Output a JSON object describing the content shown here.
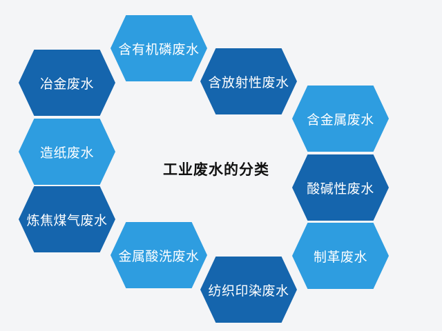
{
  "title": "工业废水的分类",
  "categories": [
    {
      "label": "含有机磷废水",
      "tone": "light"
    },
    {
      "label": "含放射性废水",
      "tone": "dark"
    },
    {
      "label": "含金属废水",
      "tone": "light"
    },
    {
      "label": "酸碱性废水",
      "tone": "dark"
    },
    {
      "label": "制革废水",
      "tone": "light"
    },
    {
      "label": "纺织印染废水",
      "tone": "dark"
    },
    {
      "label": "金属酸洗废水",
      "tone": "light"
    },
    {
      "label": "炼焦煤气废水",
      "tone": "dark"
    },
    {
      "label": "造纸废水",
      "tone": "light"
    },
    {
      "label": "冶金废水",
      "tone": "dark"
    }
  ],
  "colors": {
    "light": "#2e9de0",
    "dark": "#1565ad",
    "background": "#f4f5f7"
  }
}
